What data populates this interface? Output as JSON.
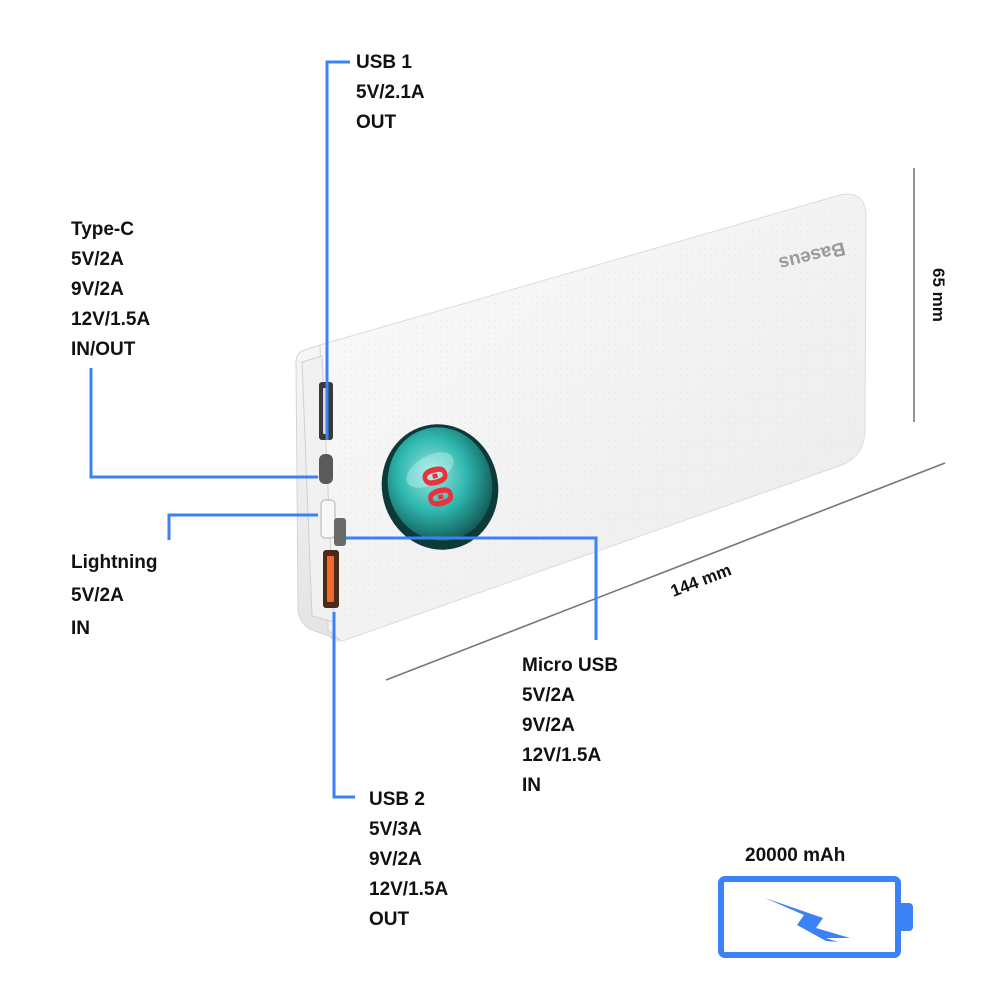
{
  "ports": {
    "usb1": {
      "name": "USB 1",
      "specs": [
        "5V/2.1A"
      ],
      "mode": "OUT"
    },
    "typec": {
      "name": "Type-C",
      "specs": [
        "5V/2A",
        "9V/2A",
        "12V/1.5A"
      ],
      "mode": "IN/OUT"
    },
    "lightning": {
      "name": "Lightning",
      "specs": [
        "5V/2A"
      ],
      "mode": "IN"
    },
    "microusb": {
      "name": "Micro USB",
      "specs": [
        "5V/2A",
        "9V/2A",
        "12V/1.5A"
      ],
      "mode": "IN"
    },
    "usb2": {
      "name": "USB 2",
      "specs": [
        "5V/3A",
        "9V/2A",
        "12V/1.5A"
      ],
      "mode": "OUT"
    }
  },
  "dimensions": {
    "height": "65 mm",
    "length": "144 mm"
  },
  "brand": "Baseus",
  "display_reading": "00",
  "battery": {
    "capacity": "20000 mAh"
  },
  "colors": {
    "callout": "#3b82f6",
    "display": "#2fb8b0",
    "display_digits": "#e8323c",
    "usb2_port": "#f06a2a"
  }
}
